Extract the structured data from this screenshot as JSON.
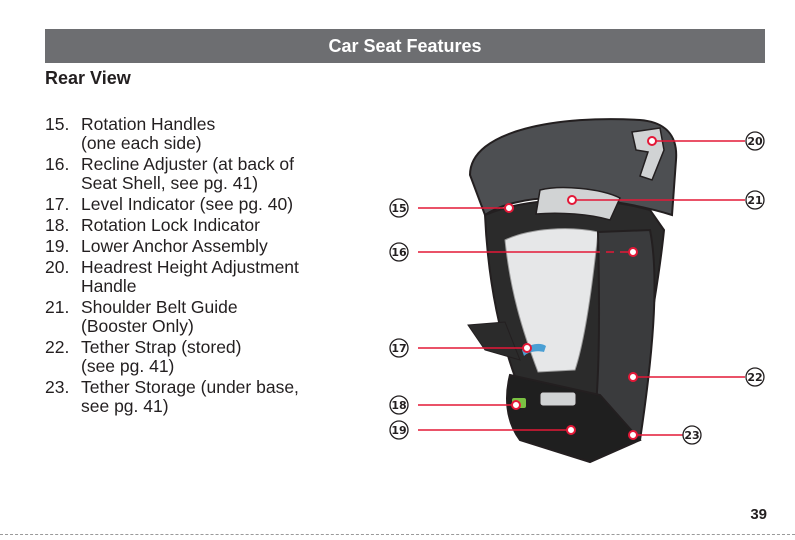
{
  "header": {
    "title": "Car Seat Features"
  },
  "section": {
    "title": "Rear View"
  },
  "features": [
    {
      "num": "15.",
      "line1": "Rotation Handles",
      "line2": "(one each side)"
    },
    {
      "num": "16.",
      "line1": "Recline Adjuster (at back of",
      "line2": "Seat Shell, see pg. 41)"
    },
    {
      "num": "17.",
      "line1": "Level Indicator (see pg. 40)",
      "line2": ""
    },
    {
      "num": "18.",
      "line1": "Rotation Lock Indicator",
      "line2": ""
    },
    {
      "num": "19.",
      "line1": "Lower Anchor Assembly",
      "line2": ""
    },
    {
      "num": "20.",
      "line1": "Headrest Height Adjustment",
      "line2": "Handle"
    },
    {
      "num": "21.",
      "line1": "Shoulder Belt Guide",
      "line2": "(Booster Only)"
    },
    {
      "num": "22.",
      "line1": "Tether Strap (stored)",
      "line2": "(see pg. 41)"
    },
    {
      "num": "23.",
      "line1": "Tether Storage (under base,",
      "line2": "see pg. 41)"
    }
  ],
  "callouts": [
    "15",
    "16",
    "17",
    "18",
    "19",
    "20",
    "21",
    "22",
    "23"
  ],
  "page": {
    "number": "39"
  },
  "colors": {
    "header_bg": "#6d6e71",
    "callout_red": "#e31837",
    "seat_dark": "#2b2b2b",
    "seat_gray": "#55575a",
    "seat_light": "#e6e7e8"
  }
}
